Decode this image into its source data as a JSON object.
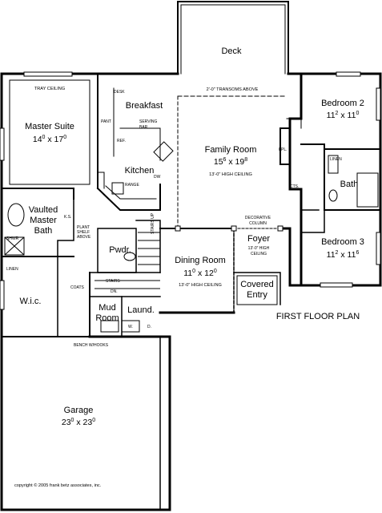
{
  "plan_title": "FIRST FLOOR PLAN",
  "copyright": "copyright © 2005 frank betz associates, inc.",
  "rooms": {
    "deck": {
      "name": "Deck",
      "note": "2'-0\" TRANSOMS ABOVE"
    },
    "breakfast": {
      "name": "Breakfast"
    },
    "family": {
      "name": "Family Room",
      "dim_a": "15",
      "dim_a_sup": "6",
      "dim_b": "19",
      "dim_b_sup": "8",
      "ceiling": "13'-0\" HIGH CEILING"
    },
    "master_suite": {
      "name": "Master Suite",
      "dim_a": "14",
      "dim_a_sup": "0",
      "dim_b": "17",
      "dim_b_sup": "0",
      "ceiling": "TRAY CEILING"
    },
    "bedroom2": {
      "name": "Bedroom 2",
      "dim_a": "11",
      "dim_a_sup": "2",
      "dim_b": "11",
      "dim_b_sup": "0"
    },
    "bedroom3": {
      "name": "Bedroom 3",
      "dim_a": "11",
      "dim_a_sup": "2",
      "dim_b": "11",
      "dim_b_sup": "6"
    },
    "kitchen": {
      "name": "Kitchen"
    },
    "bath": {
      "name": "Bath"
    },
    "vaulted_bath": {
      "line1": "Vaulted",
      "line2": "Master",
      "line3": "Bath"
    },
    "pwdr": {
      "name": "Pwdr."
    },
    "dining": {
      "name": "Dining Room",
      "dim_a": "11",
      "dim_a_sup": "0",
      "dim_b": "12",
      "dim_b_sup": "0",
      "ceiling": "13'-0\" HIGH CEILING"
    },
    "foyer": {
      "name": "Foyer",
      "ceiling_line1": "13'-0\" HIGH",
      "ceiling_line2": "CEILING"
    },
    "covered_entry": {
      "line1": "Covered",
      "line2": "Entry"
    },
    "wic": {
      "name": "W.i.c."
    },
    "mud": {
      "line1": "Mud",
      "line2": "Room"
    },
    "laund": {
      "name": "Laund."
    },
    "garage": {
      "name": "Garage",
      "dim_a": "23",
      "dim_a_sup": "0",
      "dim_b": "23",
      "dim_b_sup": "0"
    }
  },
  "labels": {
    "desk": "DESK",
    "pant": "PANT",
    "serving_bar_1": "SERVING",
    "serving_bar_2": "BAR",
    "ref": "REF.",
    "dw": "DW",
    "range": "RANGE",
    "fpl": "FPL.",
    "cts": "CTS.",
    "linen_bath": "LINEN",
    "linen_master": "LINEN",
    "ks": "K.S.",
    "shwr": "SHWR",
    "plant_shelf_1": "PLANT",
    "plant_shelf_2": "SHELF",
    "plant_shelf_3": "ABOVE",
    "coats": "COATS",
    "stairs_up": "STAIRS UP",
    "stairs_dn_1": "STAIRS",
    "stairs_dn_2": "DN.",
    "decorative_1": "DECORATIVE",
    "decorative_2": "COLUMN",
    "washer": "W.",
    "dryer": "D.",
    "bench": "BENCH W/HOOKS"
  }
}
